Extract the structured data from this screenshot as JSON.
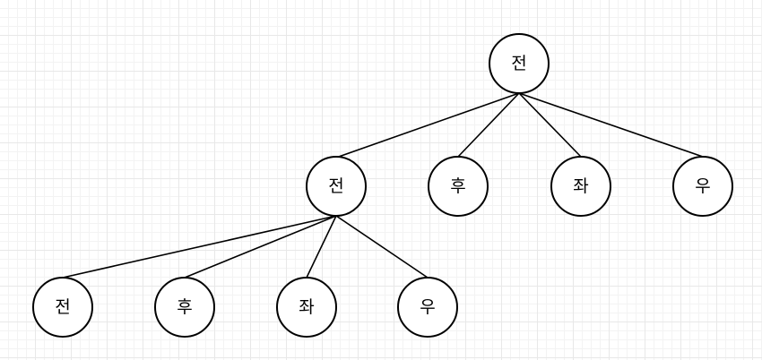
{
  "tree": {
    "root": {
      "label": "전",
      "children": [
        {
          "label": "전",
          "children": [
            {
              "label": "전"
            },
            {
              "label": "후"
            },
            {
              "label": "좌"
            },
            {
              "label": "우"
            }
          ]
        },
        {
          "label": "후"
        },
        {
          "label": "좌"
        },
        {
          "label": "우"
        }
      ]
    }
  }
}
